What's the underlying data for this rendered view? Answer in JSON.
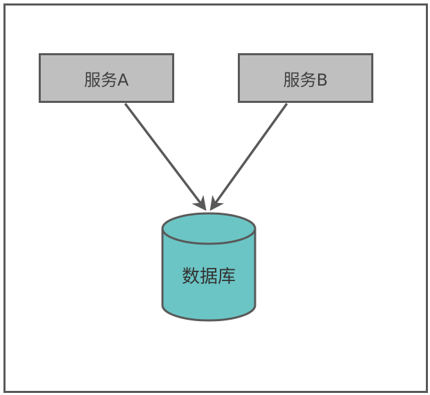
{
  "nodes": {
    "service_a": "服务A",
    "service_b": "服务B",
    "database": "数据库"
  },
  "colors": {
    "service_fill": "#bfbfbf",
    "database_fill": "#6cc5c5",
    "stroke": "#595959"
  },
  "edges": [
    {
      "from": "service_a",
      "to": "database"
    },
    {
      "from": "service_b",
      "to": "database"
    }
  ]
}
